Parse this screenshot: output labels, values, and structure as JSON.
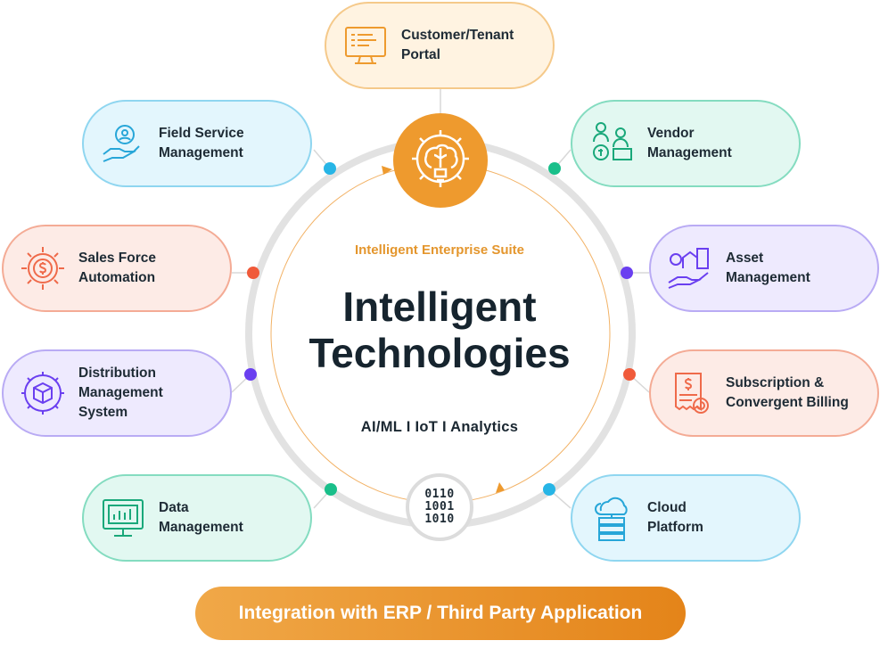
{
  "center": {
    "suite_label": "Intelligent Enterprise Suite",
    "title": "Intelligent\nTechnologies",
    "tech_label": "AI/ML I IoT I Analytics",
    "binary": "0110\n1001\n1010"
  },
  "modules": [
    {
      "label": "Customer/Tenant\nPortal",
      "icon": "monitor-icon",
      "color": "#f5c98a"
    },
    {
      "label": "Field Service\nManagement",
      "icon": "service-hand-icon",
      "color": "#8fd6f0"
    },
    {
      "label": "Vendor\nManagement",
      "icon": "vendor-people-icon",
      "color": "#84dcc0"
    },
    {
      "label": "Sales Force\nAutomation",
      "icon": "dollar-gear-icon",
      "color": "#f4ab95"
    },
    {
      "label": "Asset\nManagement",
      "icon": "asset-hand-icon",
      "color": "#b9abf4"
    },
    {
      "label": "Distribution\nManagement\nSystem",
      "icon": "box-gear-icon",
      "color": "#b9abf4"
    },
    {
      "label": "Subscription &\nConvergent Billing",
      "icon": "invoice-icon",
      "color": "#f4ab95"
    },
    {
      "label": "Data\nManagement",
      "icon": "data-monitor-icon",
      "color": "#84dcc0"
    },
    {
      "label": "Cloud\nPlatform",
      "icon": "cloud-server-icon",
      "color": "#8fd6f0"
    }
  ],
  "bottom_bar": {
    "label": "Integration with ERP / Third Party Application"
  },
  "colors": {
    "accent": "#ee9a2e",
    "dot_blue": "#27b5e6",
    "dot_green": "#19bf8a",
    "dot_red": "#f05a3a",
    "dot_purple": "#6a3ff0"
  }
}
